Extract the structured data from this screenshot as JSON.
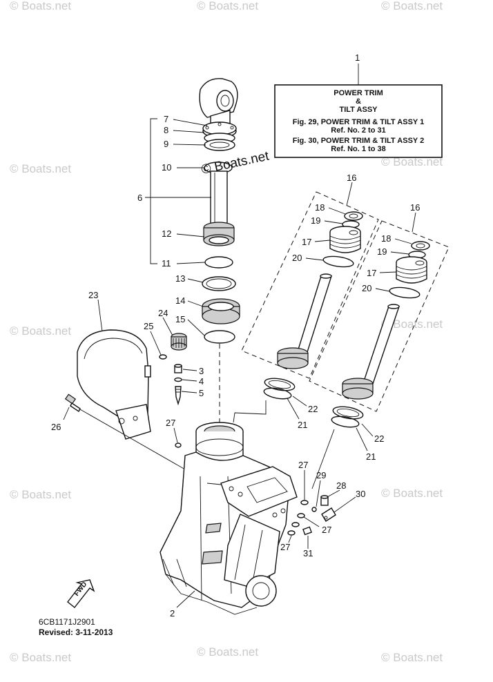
{
  "watermark": "© Boats.net",
  "watermark_center": "© Boats.net",
  "ref_box": {
    "line1": "POWER TRIM",
    "line2": "&",
    "line3": "TILT ASSY",
    "line4": "Fig. 29, POWER TRIM & TILT ASSY 1",
    "line5": "Ref. No. 2 to 31",
    "line6": "Fig. 30, POWER TRIM & TILT ASSY 2",
    "line7": "Ref. No. 1 to 38"
  },
  "fwd_label": "FWD",
  "footer": {
    "code": "6CB1171J2901",
    "revised": "Revised: 3-11-2013"
  },
  "callouts": {
    "n1": "1",
    "n2": "2",
    "n3": "3",
    "n4": "4",
    "n5": "5",
    "n6": "6",
    "n7": "7",
    "n8": "8",
    "n9": "9",
    "n10": "10",
    "n11": "11",
    "n12": "12",
    "n13": "13",
    "n14": "14",
    "n15": "15",
    "n16a": "16",
    "n16b": "16",
    "n17a": "17",
    "n17b": "17",
    "n18a": "18",
    "n18b": "18",
    "n19a": "19",
    "n19b": "19",
    "n20a": "20",
    "n20b": "20",
    "n21a": "21",
    "n21b": "21",
    "n22a": "22",
    "n22b": "22",
    "n23": "23",
    "n24": "24",
    "n25": "25",
    "n26": "26",
    "n27a": "27",
    "n27b": "27",
    "n27c": "27",
    "n27d": "27",
    "n28": "28",
    "n29": "29",
    "n30": "30",
    "n31": "31"
  }
}
